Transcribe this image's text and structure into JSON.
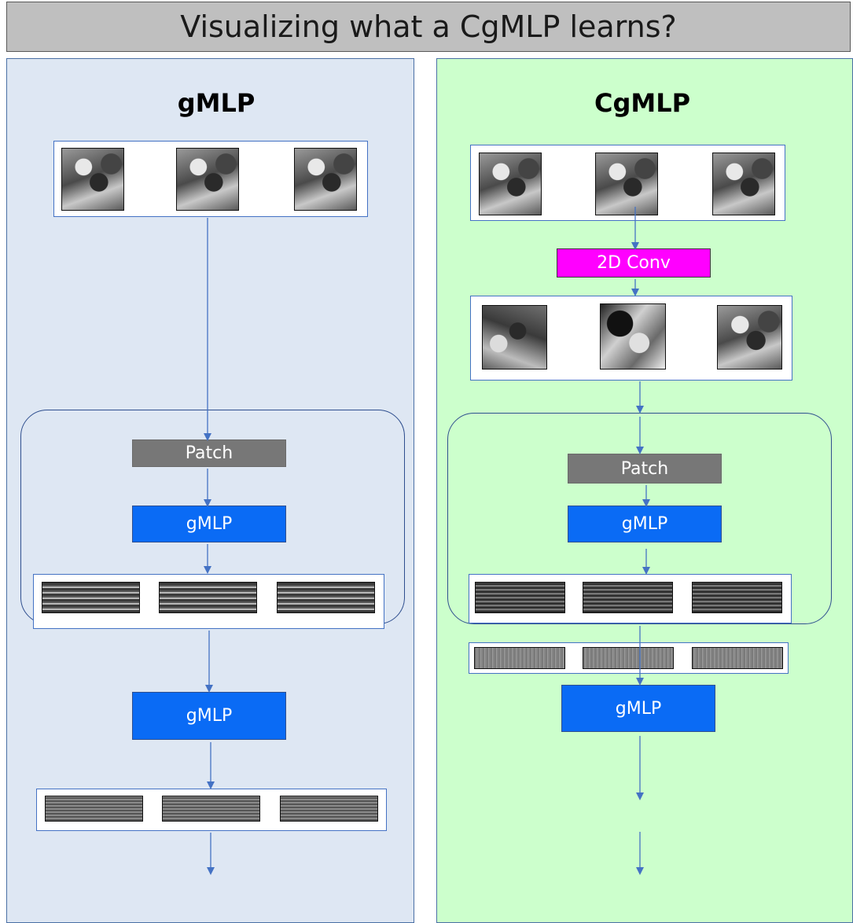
{
  "title": "Visualizing what a CgMLP learns?",
  "left": {
    "heading": "gMLP",
    "patch_label": "Patch",
    "gmlp1_label": "gMLP",
    "gmlp2_label": "gMLP"
  },
  "right": {
    "heading": "CgMLP",
    "conv_label": "2D Conv",
    "patch_label": "Patch",
    "gmlp1_label": "gMLP",
    "gmlp2_label": "gMLP"
  },
  "colors": {
    "left_panel": "#dee7f3",
    "right_panel": "#ccffcc",
    "gmlp_block": "#0a6bf5",
    "patch_block": "#777777",
    "conv_block": "#ff00ff",
    "arrow": "#4472c4"
  }
}
